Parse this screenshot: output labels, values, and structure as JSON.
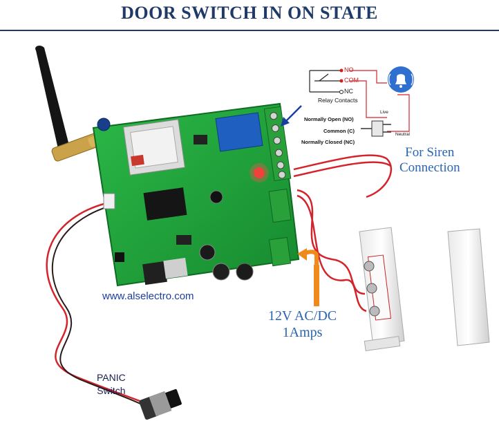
{
  "title": "DOOR SWITCH IN ON STATE",
  "diagram": {
    "relay_no": "NO",
    "relay_com": "COM",
    "relay_nc": "NC",
    "relay_contacts": "Relay Contacts",
    "normally_open": "Normally Open (NO)",
    "common": "Common (C)",
    "normally_closed": "Normally Closed (NC)",
    "live": "Live",
    "neutral": "Neutral"
  },
  "siren_label_line1": "For Siren",
  "siren_label_line2": "Connection",
  "power_label_line1": "12V AC/DC",
  "power_label_line2": "1Amps",
  "website": "www.alselectro.com",
  "panic_line1": "PANIC",
  "panic_line2": "Switch",
  "colors": {
    "title": "#1f3a68",
    "label_blue": "#2a64b0",
    "pcb_green": "#1fa33a",
    "wire_red": "#d3242b",
    "arrow_orange": "#f08a1c"
  }
}
